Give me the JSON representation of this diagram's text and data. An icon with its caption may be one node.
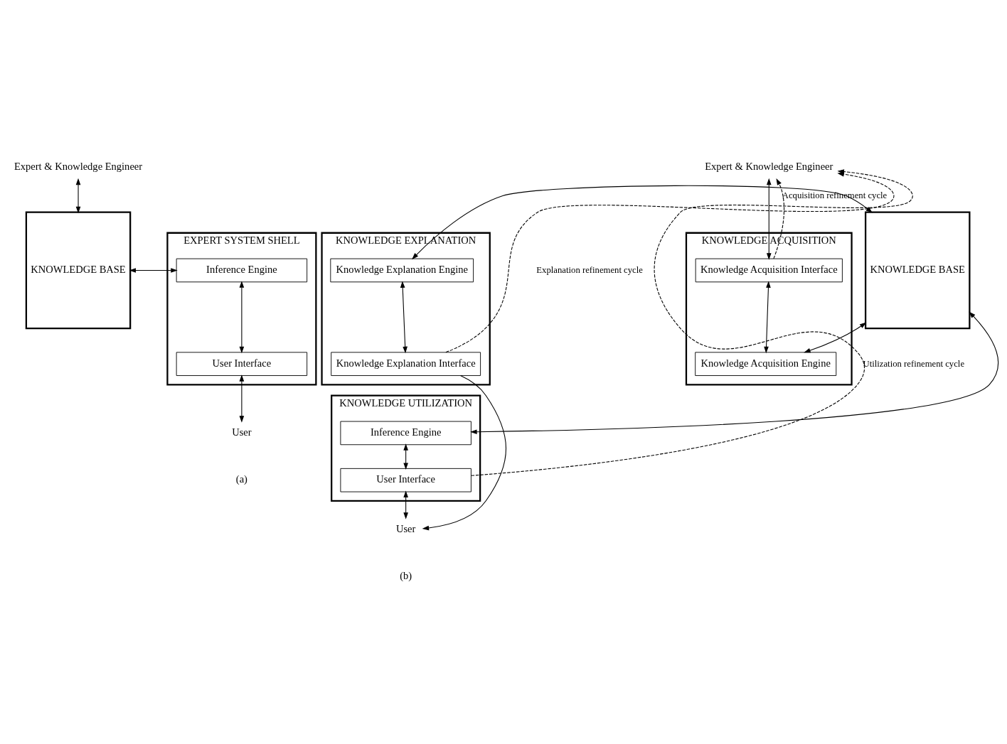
{
  "diagram": {
    "nodes": [
      {
        "text": [
          "Expert & Knowledge Engineer"
        ]
      },
      {
        "text": [
          "KNOWLEDGE BASE"
        ]
      },
      {
        "text": [
          "EXPERT SYSTEM SHELL"
        ]
      },
      {
        "text": [
          "Inference Engine"
        ],
        "in": 2
      },
      {
        "text": [
          "User Interface"
        ],
        "in": 2
      },
      {
        "text": [
          "User"
        ]
      },
      {
        "text": [
          "Expert & Knowledge Engineer"
        ]
      },
      {
        "text": [
          "KNOWLEDGE BASE"
        ]
      },
      {
        "text": [
          "KNOWLEDGE ACQUISITION"
        ]
      },
      {
        "text": [
          "Knowledge Acquisition Interface"
        ],
        "in": 8
      },
      {
        "text": [
          "Knowledge Acquisition Engine"
        ],
        "in": 8
      },
      {
        "text": [
          "KNOWLEDGE EXPLANATION"
        ]
      },
      {
        "text": [
          "Knowledge Explanation Engine"
        ],
        "in": 11
      },
      {
        "text": [
          "Knowledge Explanation Interface"
        ],
        "in": 11
      },
      {
        "text": [
          "KNOWLEDGE UTILIZATION"
        ]
      },
      {
        "text": [
          "Inference Engine"
        ],
        "in": 14
      },
      {
        "text": [
          "User Interface"
        ],
        "in": 14
      },
      {
        "text": [
          "User"
        ]
      }
    ],
    "edges": [
      {
        "from": 0,
        "to": 1,
        "arrow": "both"
      },
      {
        "from": 1,
        "to": 3,
        "arrow": "both"
      },
      {
        "from": 3,
        "to": 4,
        "arrow": "both"
      },
      {
        "from": 4,
        "to": 5,
        "arrow": "both"
      },
      {
        "from": 6,
        "to": 9,
        "arrow": "both"
      },
      {
        "from": 9,
        "to": 10,
        "arrow": "both"
      },
      {
        "from": 7,
        "to": 10,
        "arrow": "both"
      },
      {
        "from": 7,
        "to": 12,
        "arrow": "both"
      },
      {
        "from": 12,
        "to": 13,
        "arrow": "both"
      },
      {
        "from": 7,
        "to": 15,
        "arrow": "both"
      },
      {
        "from": 15,
        "to": 16,
        "arrow": "both"
      },
      {
        "from": 16,
        "to": 17,
        "arrow": "both"
      },
      {
        "from": 13,
        "to": 17,
        "arrow": "to"
      },
      {
        "from": 9,
        "to": 6,
        "arrow": "to",
        "style": "dashed",
        "label": "Acquisition refinement cycle"
      },
      {
        "from": 13,
        "to": 6,
        "arrow": "to",
        "style": "dashed",
        "label": "Explanation refinement cycle"
      },
      {
        "from": 16,
        "to": 6,
        "arrow": "to",
        "style": "dashed",
        "label": "Utilization refinement cycle"
      }
    ],
    "labels": [
      "(a)",
      "(b)"
    ]
  }
}
